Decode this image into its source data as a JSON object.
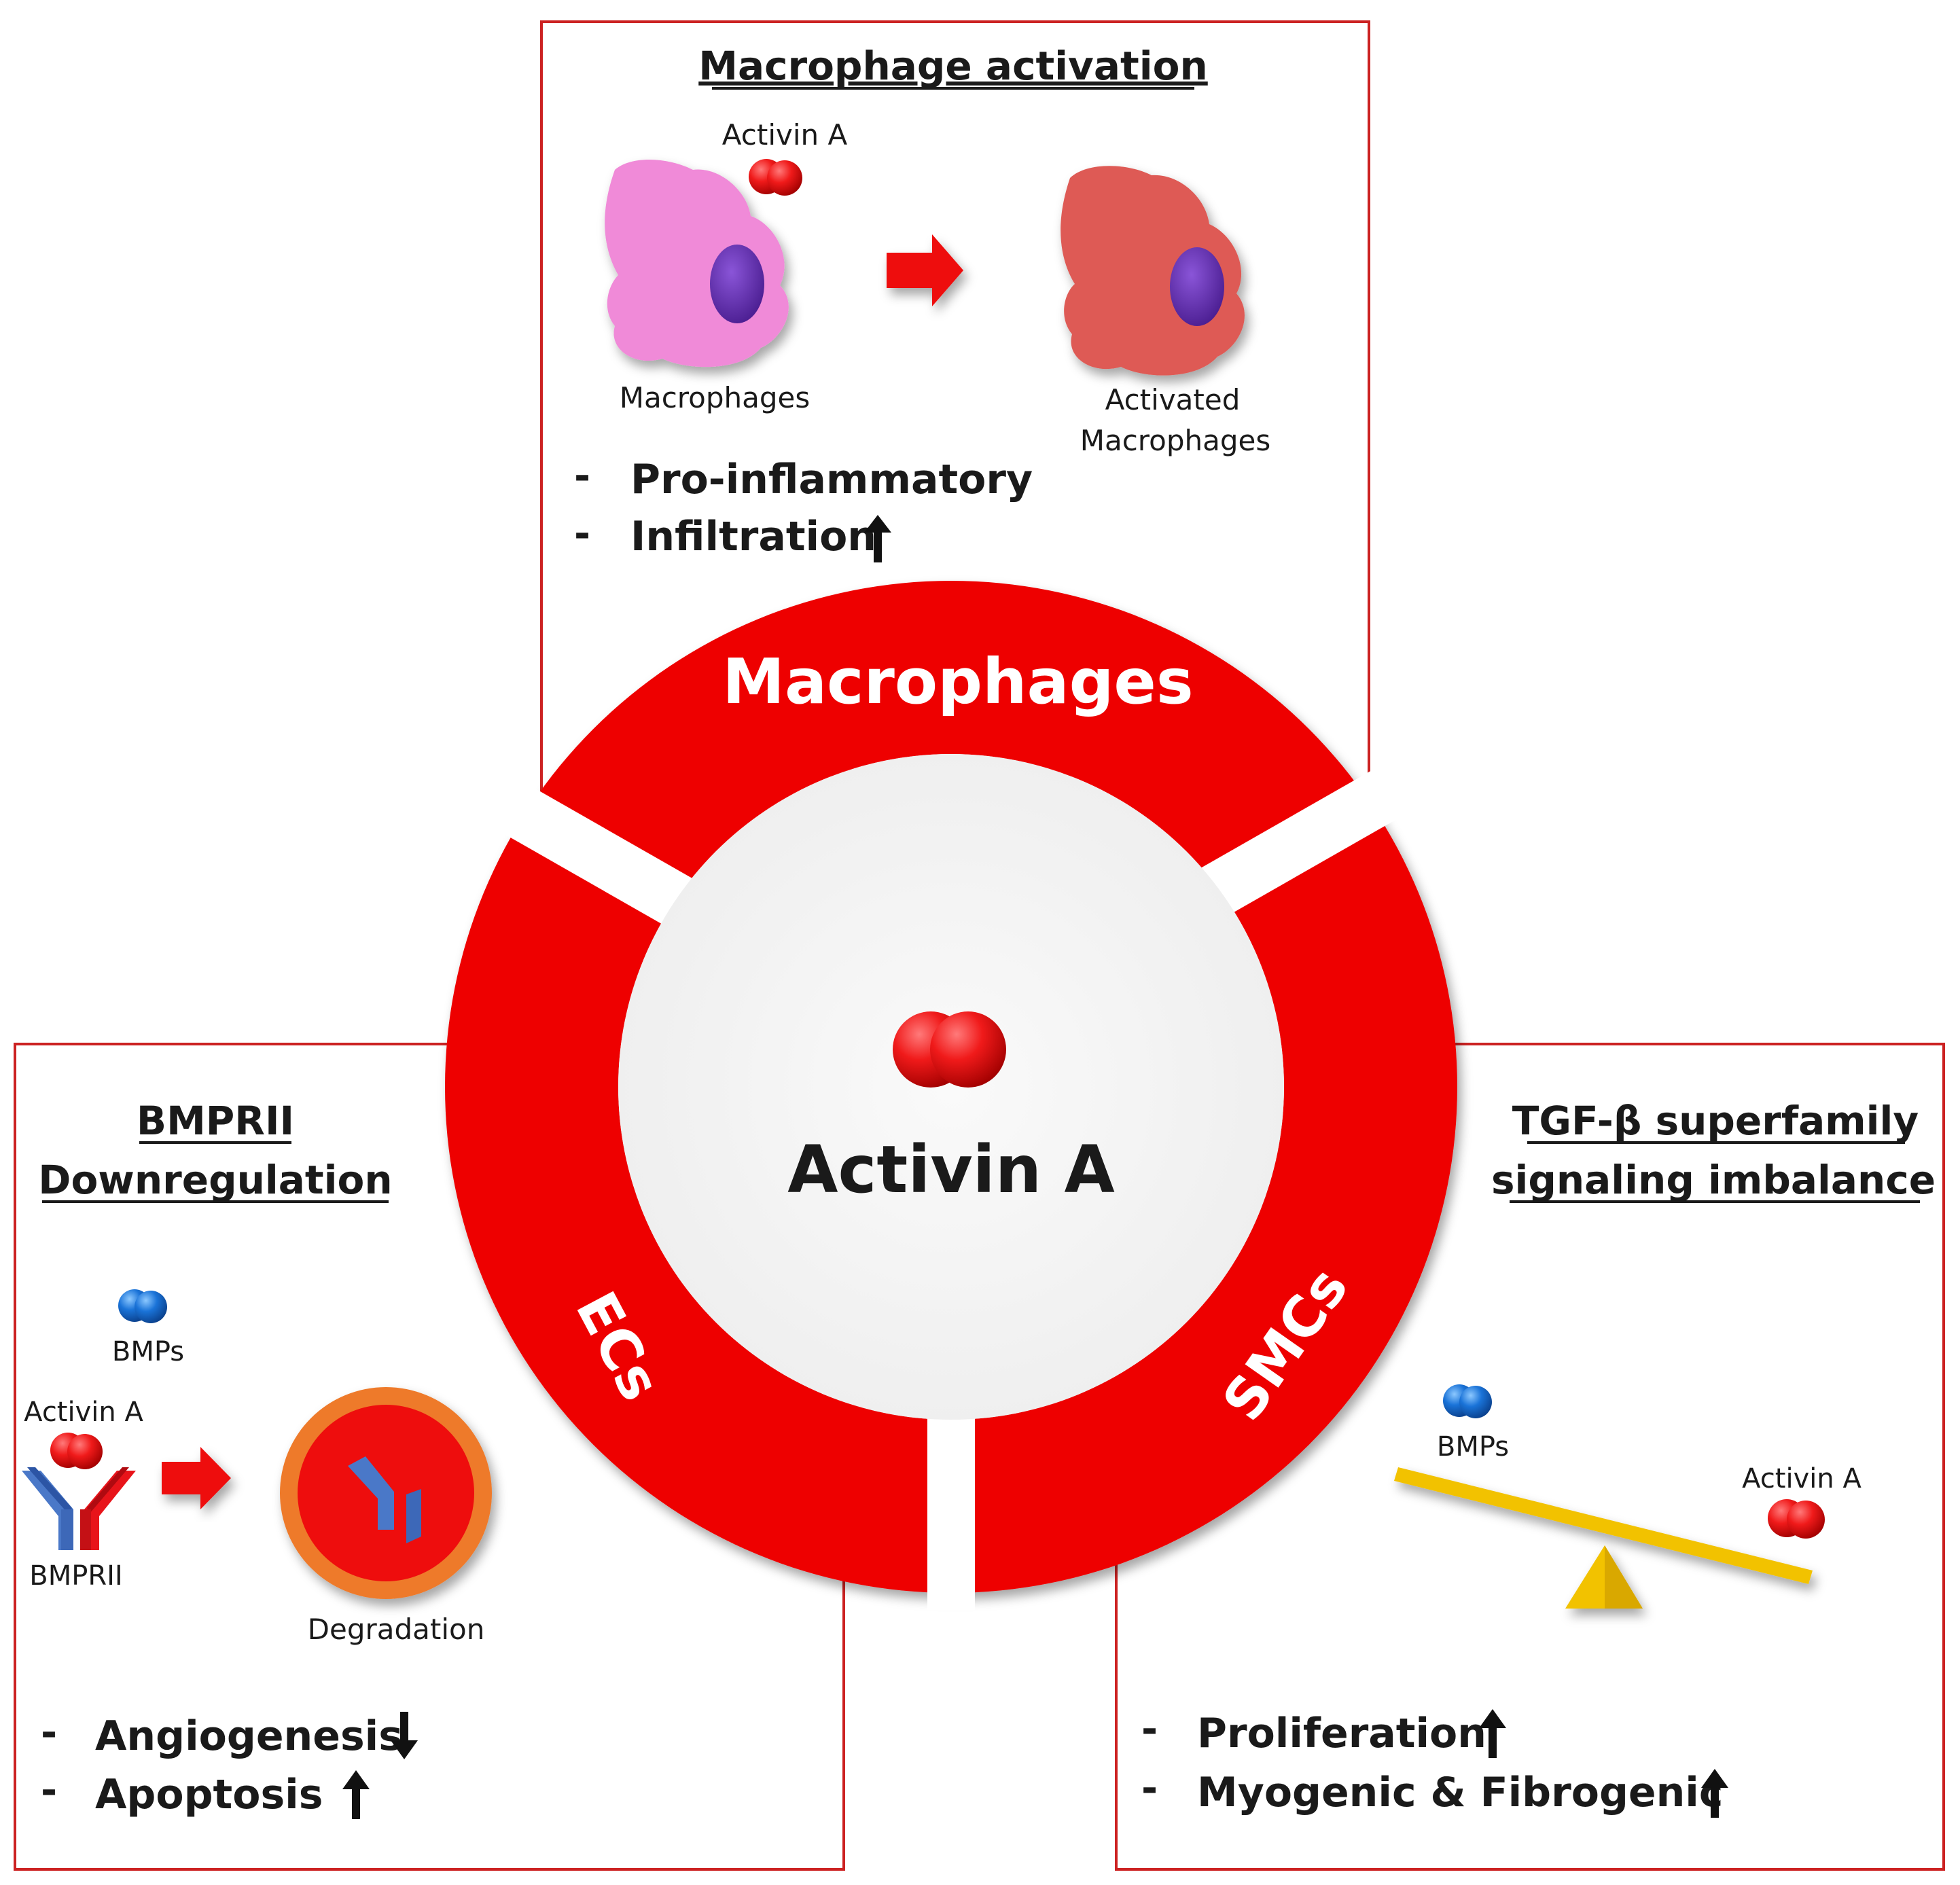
{
  "center": {
    "label": "Activin A"
  },
  "ring": {
    "top_label": "Macrophages",
    "left_label": "ECs",
    "right_label": "SMCs"
  },
  "top_panel": {
    "title": "Macrophage activation",
    "ligand_label": "Activin A",
    "cell_before": "Macrophages",
    "cell_after_line1": "Activated",
    "cell_after_line2": "Macrophages",
    "effects": [
      {
        "dash": "-",
        "text": "Pro-inflammatory",
        "arrow": ""
      },
      {
        "dash": "-",
        "text": "Infiltration",
        "arrow": "up"
      }
    ]
  },
  "left_panel": {
    "title_line1": "BMPRII",
    "title_line2": "Downregulation",
    "bmp_label": "BMPs",
    "ligand_label": "Activin A",
    "receptor_label": "BMPRII",
    "degradation_label": "Degradation",
    "effects": [
      {
        "dash": "-",
        "text": "Angiogenesis",
        "arrow": "down"
      },
      {
        "dash": "-",
        "text": "Apoptosis",
        "arrow": "up"
      }
    ]
  },
  "right_panel": {
    "title_line1": "TGF-β superfamily",
    "title_line2": "signaling imbalance",
    "bmp_label": "BMPs",
    "ligand_label": "Activin A",
    "effects": [
      {
        "dash": "-",
        "text": "Proliferation",
        "arrow": "up"
      },
      {
        "dash": "-",
        "text": "Myogenic & Fibrogenic",
        "arrow": "up"
      }
    ]
  },
  "colors": {
    "ring_red": "#ee0000",
    "panel_border": "#cc2222",
    "macrophage_pink": "#f08ad8",
    "activated_red": "#de5a54",
    "nucleus_purple": "#6a2fb0",
    "receptor_blue": "#4a78c8",
    "seesaw_yellow": "#f2c200",
    "bmp_blue": "#1a73d8"
  }
}
